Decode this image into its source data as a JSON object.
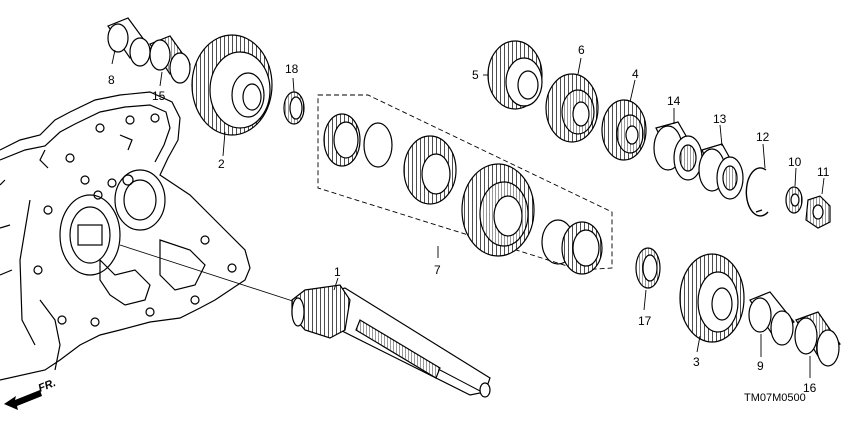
{
  "diagram": {
    "code": "TM07M0500",
    "direction_label": "FR.",
    "parts": [
      {
        "id": "p1",
        "number": "1"
      },
      {
        "id": "p2",
        "number": "2"
      },
      {
        "id": "p3",
        "number": "3"
      },
      {
        "id": "p4",
        "number": "4"
      },
      {
        "id": "p5",
        "number": "5"
      },
      {
        "id": "p6",
        "number": "6"
      },
      {
        "id": "p7",
        "number": "7"
      },
      {
        "id": "p8",
        "number": "8"
      },
      {
        "id": "p9",
        "number": "9"
      },
      {
        "id": "p10",
        "number": "10"
      },
      {
        "id": "p11",
        "number": "11"
      },
      {
        "id": "p12",
        "number": "12"
      },
      {
        "id": "p13",
        "number": "13"
      },
      {
        "id": "p14",
        "number": "14"
      },
      {
        "id": "p15",
        "number": "15"
      },
      {
        "id": "p16",
        "number": "16"
      },
      {
        "id": "p17",
        "number": "17"
      },
      {
        "id": "p18",
        "number": "18"
      }
    ]
  }
}
